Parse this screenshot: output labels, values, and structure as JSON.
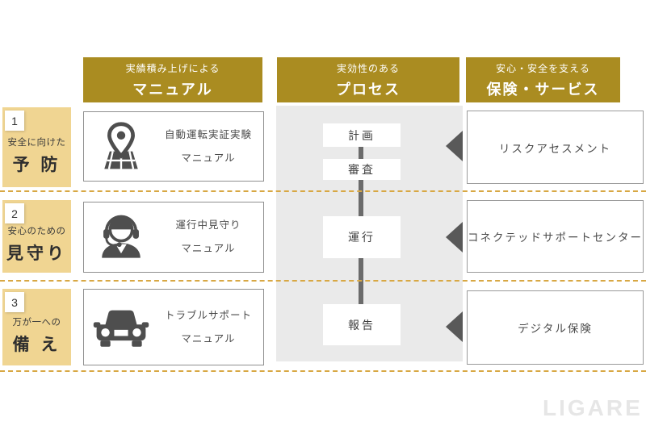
{
  "colors": {
    "header_gold": "#aa8c21",
    "category_tan": "#f0d592",
    "panel_gray": "#eaeaea",
    "arrow_gray": "#595959",
    "dashed_line": "#d8a844",
    "icon_gray": "#4e4e4e",
    "watermark_gray": "#e6e6e6"
  },
  "headers": [
    {
      "line1": "実績積み上げによる",
      "line2": "マニュアル"
    },
    {
      "line1": "実効性のある",
      "line2": "プロセス"
    },
    {
      "line1": "安心・安全を支える",
      "line2": "保険・サービス"
    }
  ],
  "rows": [
    {
      "number": "1",
      "label_line1": "安全に向けた",
      "label_line2": "予 防",
      "manual_line1": "自動運転実証実験",
      "manual_line2": "マニュアル",
      "icon": "map-pin-icon",
      "service": "リスクアセスメント"
    },
    {
      "number": "2",
      "label_line1": "安心のための",
      "label_line2": "見守り",
      "manual_line1": "運行中見守り",
      "manual_line2": "マニュアル",
      "icon": "operator-headset-icon",
      "service": "コネクテッドサポートセンター"
    },
    {
      "number": "3",
      "label_line1": "万が一への",
      "label_line2": "備 え",
      "manual_line1": "トラブルサポート",
      "manual_line2": "マニュアル",
      "icon": "car-icon",
      "service": "デジタル保険"
    }
  ],
  "process_steps": [
    "計画",
    "審査",
    "運行",
    "報告"
  ],
  "watermark": "LIGARE"
}
